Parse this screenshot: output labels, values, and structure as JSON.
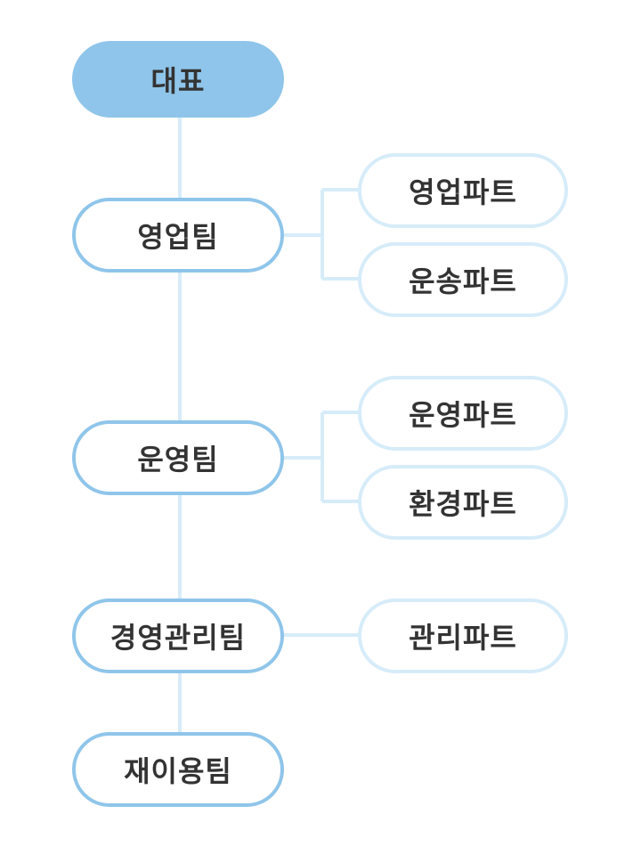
{
  "colors": {
    "ceo_fill": "#8fc5ea",
    "team_border": "#8fc5ea",
    "part_border": "#d6ecf9",
    "connector": "#d6ecf9",
    "text": "#333333"
  },
  "org": {
    "ceo": "대표",
    "teams": [
      {
        "label": "영업팀",
        "parts": [
          "영업파트",
          "운송파트"
        ]
      },
      {
        "label": "운영팀",
        "parts": [
          "운영파트",
          "환경파트"
        ]
      },
      {
        "label": "경영관리팀",
        "parts": [
          "관리파트"
        ]
      },
      {
        "label": "재이용팀",
        "parts": []
      }
    ]
  }
}
